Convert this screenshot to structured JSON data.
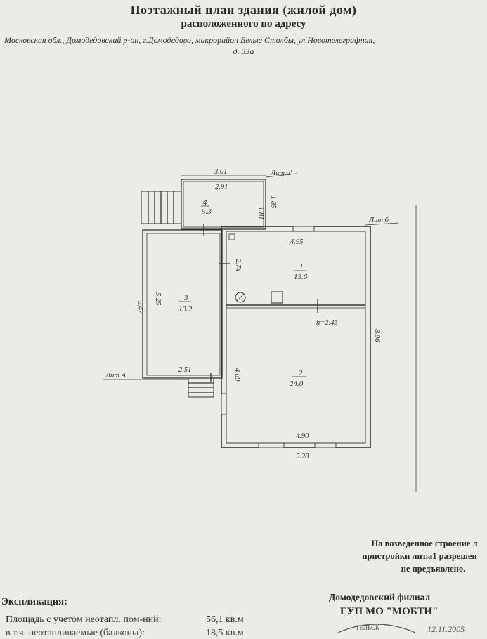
{
  "header": {
    "title": "Поэтажный план здания (жилой дом)",
    "subtitle": "расположенного по адресу",
    "address_line1": "Московская обл., Домодедовский р-он, г.Домодедово, микрорайон Белые Столбы, ул.Новотелеграфная,",
    "address_line2": "д. 33а"
  },
  "plan": {
    "labels": {
      "lit_a1": "Лит а'",
      "lit_b": "Лит б",
      "lit_a": "Лит А",
      "ceiling_height": "h=2.43"
    },
    "dimensions": {
      "d301": "3.01",
      "d291": "2.91",
      "d181": "1.81",
      "d185": "1.85",
      "d495": "4.95",
      "d274": "2.74",
      "d525": "5.25",
      "d547": "5.47",
      "d251": "2.51",
      "d489": "4.89",
      "d490": "4.90",
      "d528": "5.28",
      "d806": "8.06"
    },
    "rooms": [
      {
        "number": "4",
        "area": "5.3"
      },
      {
        "number": "1",
        "area": "13.6"
      },
      {
        "number": "3",
        "area": "13.2"
      },
      {
        "number": "2",
        "area": "24.0"
      }
    ]
  },
  "notes": {
    "line1": "На возведенное строение л",
    "line2": "пристройки лит.а1 разрешен",
    "line3": "не предъявлено."
  },
  "explication": {
    "heading": "Экспликация:",
    "area_label": "Площадь с учетом неотапл. пом-ний:",
    "area_value": "56,1 кв.м",
    "sub_label": "в т.ч. неотапливаемые (балконы):",
    "sub_value": "18,5 кв.м"
  },
  "organization": {
    "branch": "Домодедовский филиал",
    "name": "ГУП МО \"МОБТИ\"",
    "stamp_text": "ТЕЛЬСК",
    "date": "12.11.2005"
  }
}
